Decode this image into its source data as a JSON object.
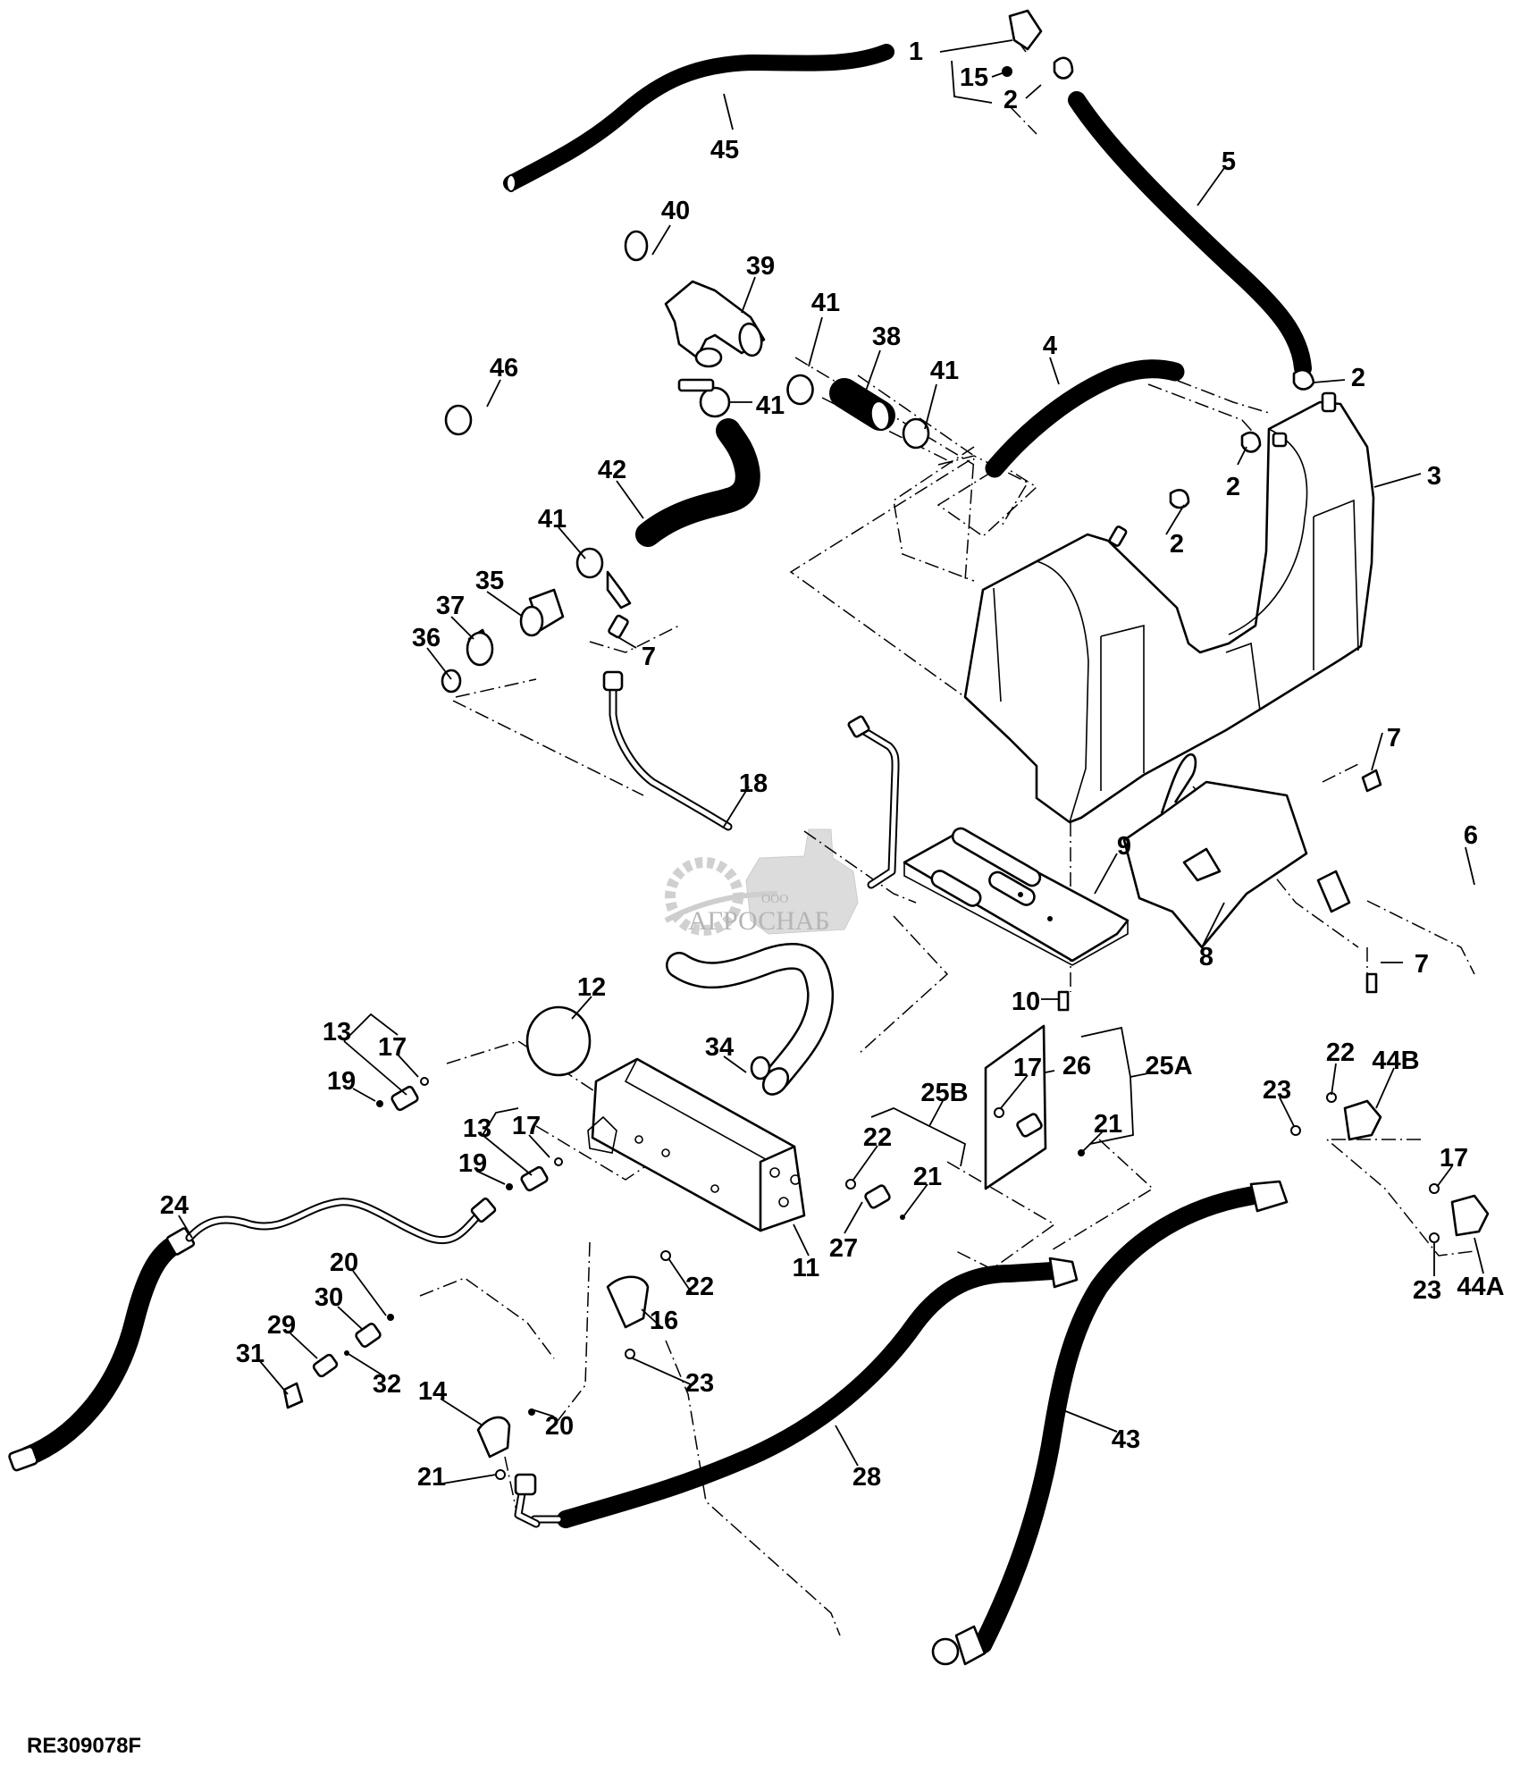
{
  "diagram": {
    "title": "Exploded parts diagram - hydraulic reservoir, oil cooler and hoses",
    "figure_id": "RE309078F",
    "watermark": {
      "top": "ООО",
      "name": "АГРОСНАБ",
      "color": "#a9a9a9"
    },
    "callouts": [
      {
        "id": "c1",
        "label": "1"
      },
      {
        "id": "c15",
        "label": "15"
      },
      {
        "id": "c2a",
        "label": "2"
      },
      {
        "id": "c45",
        "label": "45"
      },
      {
        "id": "c5",
        "label": "5"
      },
      {
        "id": "c40",
        "label": "40"
      },
      {
        "id": "c39",
        "label": "39"
      },
      {
        "id": "c41a",
        "label": "41"
      },
      {
        "id": "c38",
        "label": "38"
      },
      {
        "id": "c41b",
        "label": "41"
      },
      {
        "id": "c46",
        "label": "46"
      },
      {
        "id": "c41c",
        "label": "41"
      },
      {
        "id": "c4",
        "label": "4"
      },
      {
        "id": "c2b",
        "label": "2"
      },
      {
        "id": "c3",
        "label": "3"
      },
      {
        "id": "c2c",
        "label": "2"
      },
      {
        "id": "c2d",
        "label": "2"
      },
      {
        "id": "c42",
        "label": "42"
      },
      {
        "id": "c41d",
        "label": "41"
      },
      {
        "id": "c35",
        "label": "35"
      },
      {
        "id": "c37",
        "label": "37"
      },
      {
        "id": "c36",
        "label": "36"
      },
      {
        "id": "c7a",
        "label": "7"
      },
      {
        "id": "c18",
        "label": "18"
      },
      {
        "id": "c7b",
        "label": "7"
      },
      {
        "id": "c9",
        "label": "9"
      },
      {
        "id": "c6",
        "label": "6"
      },
      {
        "id": "c8",
        "label": "8"
      },
      {
        "id": "c7c",
        "label": "7"
      },
      {
        "id": "c10",
        "label": "10"
      },
      {
        "id": "c12",
        "label": "12"
      },
      {
        "id": "c13a",
        "label": "13"
      },
      {
        "id": "c17a",
        "label": "17"
      },
      {
        "id": "c19a",
        "label": "19"
      },
      {
        "id": "c34",
        "label": "34"
      },
      {
        "id": "c17b",
        "label": "17"
      },
      {
        "id": "c26",
        "label": "26"
      },
      {
        "id": "c25A",
        "label": "25A"
      },
      {
        "id": "c22a",
        "label": "22"
      },
      {
        "id": "c44B",
        "label": "44B"
      },
      {
        "id": "c23a",
        "label": "23"
      },
      {
        "id": "c25B",
        "label": "25B"
      },
      {
        "id": "c13b",
        "label": "13"
      },
      {
        "id": "c17c",
        "label": "17"
      },
      {
        "id": "c19b",
        "label": "19"
      },
      {
        "id": "c21a",
        "label": "21"
      },
      {
        "id": "c22b",
        "label": "22"
      },
      {
        "id": "c21b",
        "label": "21"
      },
      {
        "id": "c17d",
        "label": "17"
      },
      {
        "id": "c24",
        "label": "24"
      },
      {
        "id": "c27",
        "label": "27"
      },
      {
        "id": "c11",
        "label": "11"
      },
      {
        "id": "c23b",
        "label": "23"
      },
      {
        "id": "c44A",
        "label": "44A"
      },
      {
        "id": "c20a",
        "label": "20"
      },
      {
        "id": "c30",
        "label": "30"
      },
      {
        "id": "c22c",
        "label": "22"
      },
      {
        "id": "c16",
        "label": "16"
      },
      {
        "id": "c29",
        "label": "29"
      },
      {
        "id": "c31",
        "label": "31"
      },
      {
        "id": "c32",
        "label": "32"
      },
      {
        "id": "c23c",
        "label": "23"
      },
      {
        "id": "c14",
        "label": "14"
      },
      {
        "id": "c20b",
        "label": "20"
      },
      {
        "id": "c43",
        "label": "43"
      },
      {
        "id": "c21c",
        "label": "21"
      },
      {
        "id": "c28",
        "label": "28"
      }
    ]
  }
}
